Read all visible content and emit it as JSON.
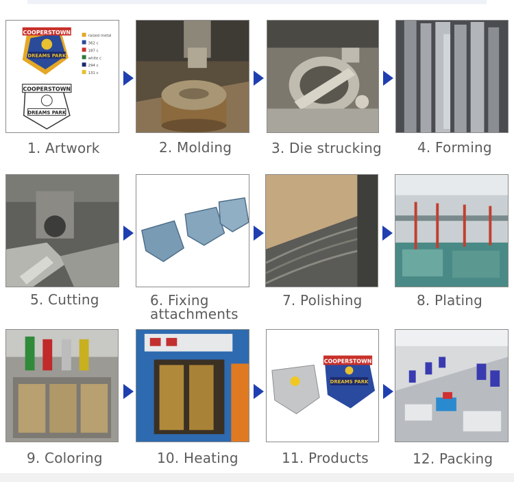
{
  "steps": [
    {
      "label": "1. Artwork"
    },
    {
      "label": "2. Molding"
    },
    {
      "label": "3. Die strucking"
    },
    {
      "label": "4. Forming"
    },
    {
      "label": "5. Cutting"
    },
    {
      "label": "6. Fixing attachments"
    },
    {
      "label": "7. Polishing"
    },
    {
      "label": "8. Plating"
    },
    {
      "label": "9. Coloring"
    },
    {
      "label": "10. Heating"
    },
    {
      "label": "11. Products"
    },
    {
      "label": "12. Packing"
    }
  ],
  "artwork": {
    "logo_top": "COOPERSTOWN",
    "logo_mid": "DREAMS PARK",
    "color_legend": [
      {
        "color": "#e4a826",
        "text": "raised metal"
      },
      {
        "color": "#2a4a9a",
        "text": "362 c"
      },
      {
        "color": "#c8302a",
        "text": "187 c"
      },
      {
        "color": "#2f7a3a",
        "text": "white c"
      },
      {
        "color": "#1c2a6e",
        "text": "294 c"
      },
      {
        "color": "#e8c030",
        "text": "131 c"
      }
    ]
  },
  "colors": {
    "arrow": "#1f3fb0",
    "frame": "#8a8a8a",
    "label": "#5b5b5b"
  }
}
